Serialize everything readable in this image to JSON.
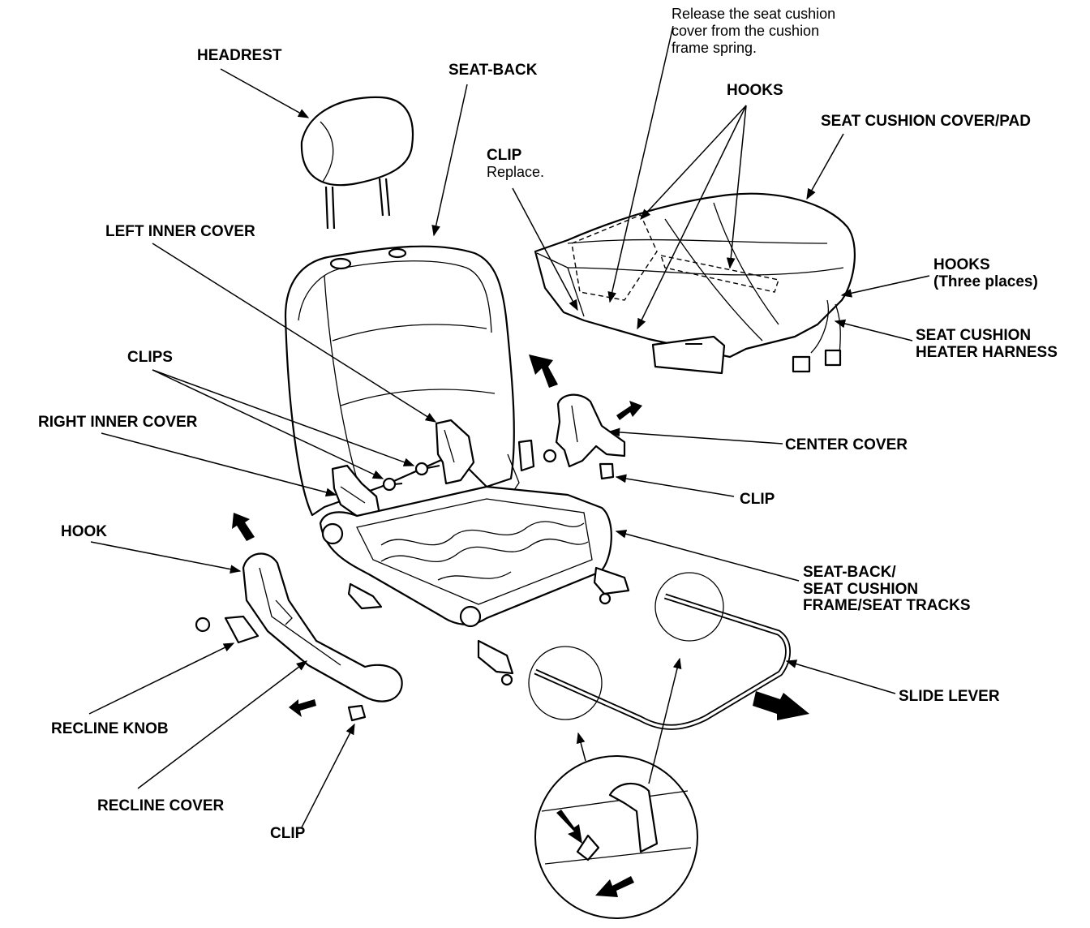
{
  "labels": {
    "headrest": "HEADREST",
    "seat_back": "SEAT-BACK",
    "release_note": [
      "Release the seat cushion",
      "cover from the cushion",
      "frame spring."
    ],
    "hooks_top": "HOOKS",
    "seat_cushion_cover_pad": "SEAT CUSHION COVER/PAD",
    "clip_replace": [
      "CLIP",
      "Replace."
    ],
    "left_inner_cover": "LEFT INNER COVER",
    "hooks_three": [
      "HOOKS",
      "(Three places)"
    ],
    "heater_harness": [
      "SEAT CUSHION",
      "HEATER HARNESS"
    ],
    "clips": "CLIPS",
    "right_inner_cover": "RIGHT INNER COVER",
    "center_cover": "CENTER COVER",
    "clip_center": "CLIP",
    "hook": "HOOK",
    "frame_tracks": [
      "SEAT-BACK/",
      "SEAT CUSHION",
      "FRAME/SEAT TRACKS"
    ],
    "slide_lever": "SLIDE LEVER",
    "recline_knob": "RECLINE KNOB",
    "recline_cover": "RECLINE COVER",
    "clip_bottom": "CLIP"
  }
}
